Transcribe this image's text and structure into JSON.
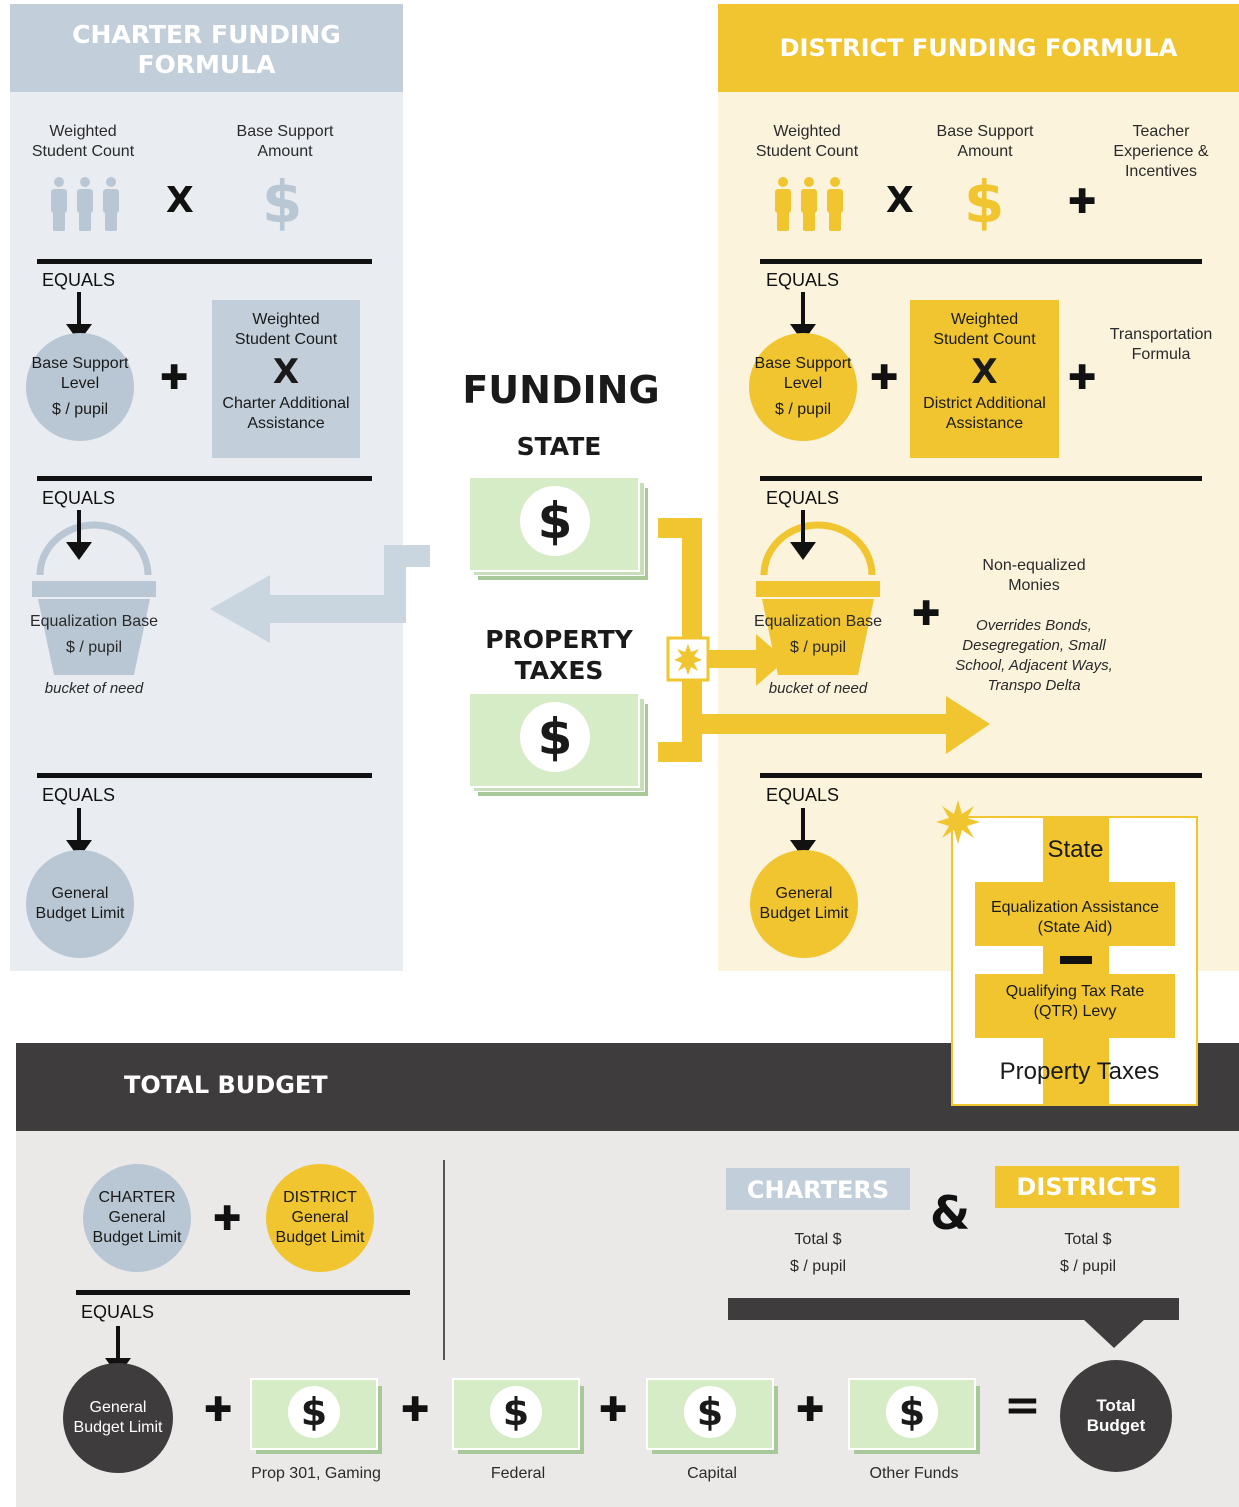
{
  "charter": {
    "title_line1": "CHARTER FUNDING",
    "title_line2": "FORMULA",
    "weighted_count_l1": "Weighted",
    "weighted_count_l2": "Student Count",
    "base_support_l1": "Base Support",
    "base_support_l2": "Amount",
    "times": "X",
    "equals": "EQUALS",
    "bsl_l1": "Base Support",
    "bsl_l2": "Level",
    "bsl_l3": "$ / pupil",
    "plus": "✚",
    "box_l1": "Weighted",
    "box_l2": "Student Count",
    "box_x": "X",
    "box_l3": "Charter Additional",
    "box_l4": "Assistance",
    "eq_base_l1": "Equalization Base",
    "eq_base_l2": "$ / pupil",
    "bucket_note": "bucket of need",
    "gbl_l1": "General",
    "gbl_l2": "Budget Limit"
  },
  "center": {
    "funding": "FUNDING",
    "state": "STATE",
    "property_l1": "PROPERTY",
    "property_l2": "TAXES",
    "dollar": "$"
  },
  "district": {
    "title": "DISTRICT FUNDING FORMULA",
    "weighted_count_l1": "Weighted",
    "weighted_count_l2": "Student Count",
    "base_support_l1": "Base Support",
    "base_support_l2": "Amount",
    "teacher_l1": "Teacher",
    "teacher_l2": "Experience &",
    "teacher_l3": "Incentives",
    "times": "X",
    "plus": "✚",
    "equals": "EQUALS",
    "bsl_l1": "Base Support",
    "bsl_l2": "Level",
    "bsl_l3": "$ / pupil",
    "box_l1": "Weighted",
    "box_l2": "Student Count",
    "box_x": "X",
    "box_l3": "District Additional",
    "box_l4": "Assistance",
    "transport_l1": "Transportation",
    "transport_l2": "Formula",
    "eq_base_l1": "Equalization Base",
    "eq_base_l2": "$ / pupil",
    "bucket_note": "bucket of need",
    "noneq_l1": "Non-equalized",
    "noneq_l2": "Monies",
    "noneq_i1": "Overrides Bonds,",
    "noneq_i2": "Desegregation, Small",
    "noneq_i3": "School, Adjacent Ways,",
    "noneq_i4": "Transpo Delta",
    "gbl_l1": "General",
    "gbl_l2": "Budget Limit"
  },
  "breakdown": {
    "state": "State",
    "eq_assist_l1": "Equalization Assistance",
    "eq_assist_l2": "(State Aid)",
    "minus": "—",
    "qtr_l1": "Qualifying Tax Rate",
    "qtr_l2": "(QTR) Levy",
    "property": "Property Taxes"
  },
  "total": {
    "title": "TOTAL BUDGET",
    "charter_gbl_l1": "CHARTER",
    "charter_gbl_l2": "General",
    "charter_gbl_l3": "Budget Limit",
    "district_gbl_l1": "DISTRICT",
    "district_gbl_l2": "General",
    "district_gbl_l3": "Budget Limit",
    "plus": "✚",
    "equals": "EQUALS",
    "gbl_l1": "General",
    "gbl_l2": "Budget Limit",
    "charters": "CHARTERS",
    "districts": "DISTRICTS",
    "ampersand": "&",
    "total_dollar": "Total $",
    "per_pupil": "$ / pupil",
    "prop301": "Prop 301, Gaming",
    "federal": "Federal",
    "capital": "Capital",
    "other": "Other Funds",
    "eq": "=",
    "total_l1": "Total",
    "total_l2": "Budget",
    "dollar": "$"
  },
  "colors": {
    "charter_panel": "#e9edf1",
    "charter_header": "#c2ceda",
    "charter_accent": "#b9c7d4",
    "district_panel": "#fbf3dc",
    "district_header": "#f0c530",
    "district_accent": "#f0c530",
    "money_green": "#d6ecc6",
    "dark": "#3f3c3d",
    "total_bg": "#ebe9e8"
  }
}
